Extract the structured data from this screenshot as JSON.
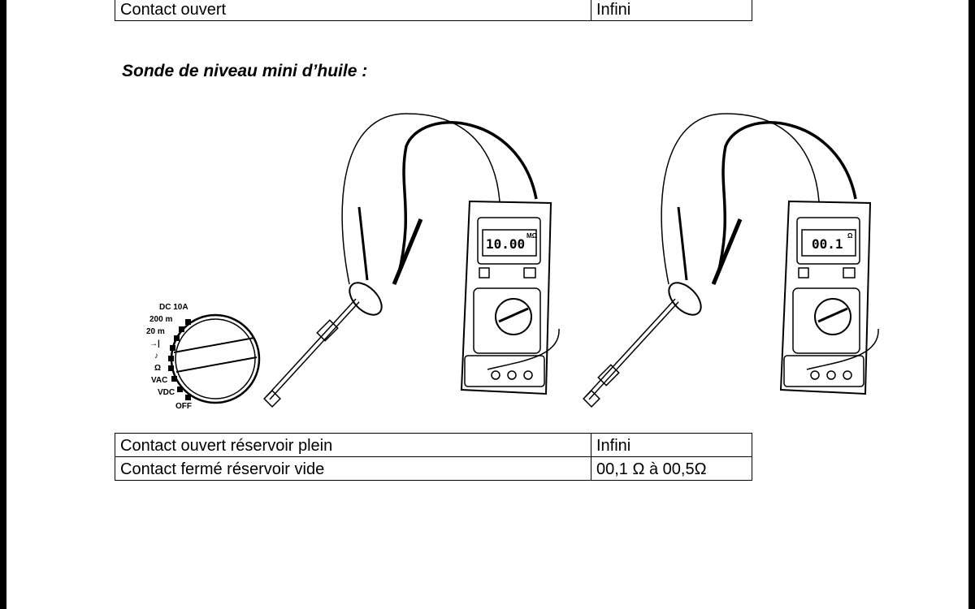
{
  "top_table": {
    "rows": [
      {
        "label": "Contact ouvert",
        "value": "Infini"
      }
    ]
  },
  "section_title": "Sonde de niveau mini d’huile :",
  "figure": {
    "dial_labels": [
      "DC 10A",
      "200 m",
      "20 m",
      "→|",
      "♪",
      "Ω",
      "VAC",
      "VDC",
      "OFF"
    ],
    "meter1_display": "10.00",
    "meter1_unit": "MΩ",
    "meter2_display": "00.1",
    "meter2_unit": "Ω"
  },
  "bottom_table": {
    "rows": [
      {
        "label": "Contact ouvert réservoir plein",
        "value": "Infini"
      },
      {
        "label": "Contact fermé réservoir vide",
        "value": "00,1 Ω à 00,5Ω"
      }
    ]
  }
}
